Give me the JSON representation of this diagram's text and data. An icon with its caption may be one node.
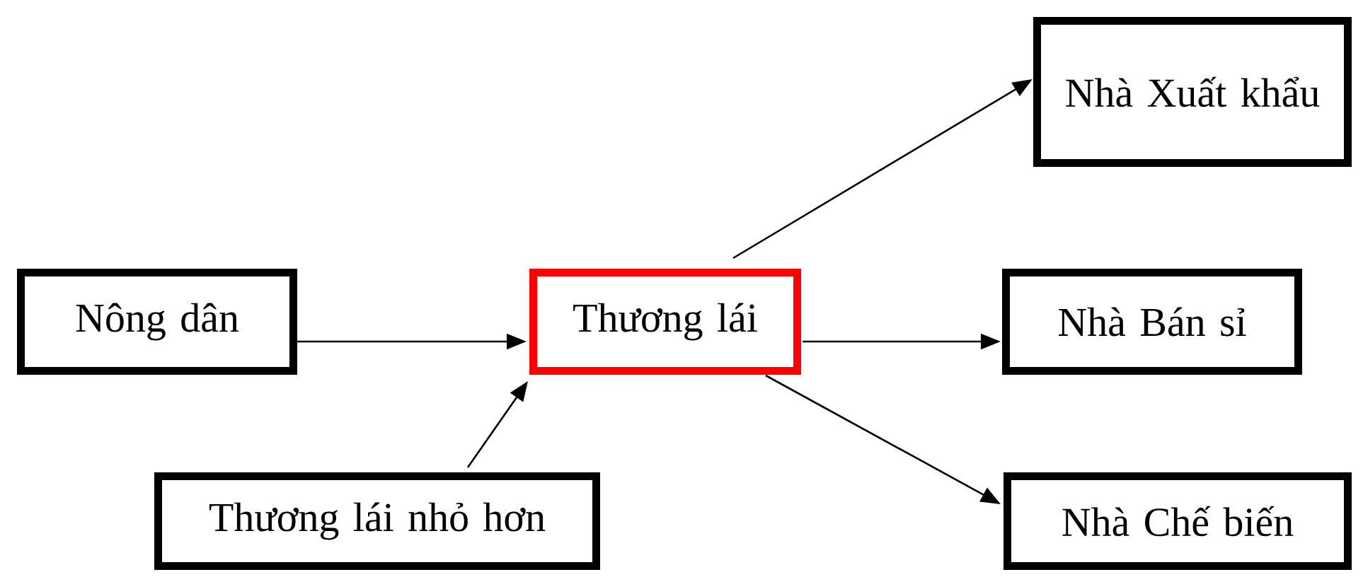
{
  "diagram": {
    "nodes": [
      {
        "text": [
          "Nông dân"
        ]
      },
      {
        "text": [
          "Thương lái"
        ]
      },
      {
        "text": [
          "Thương lái nhỏ hơn"
        ]
      },
      {
        "text": [
          "Nhà Xuất khẩu"
        ]
      },
      {
        "text": [
          "Nhà Bán sỉ"
        ]
      },
      {
        "text": [
          "Nhà Chế biến"
        ]
      }
    ],
    "edges": [
      {
        "from": 0,
        "to": 1,
        "arrow": "to"
      },
      {
        "from": 2,
        "to": 1,
        "arrow": "to"
      },
      {
        "from": 1,
        "to": 3,
        "arrow": "to"
      },
      {
        "from": 1,
        "to": 4,
        "arrow": "to"
      },
      {
        "from": 1,
        "to": 5,
        "arrow": "to"
      }
    ]
  }
}
